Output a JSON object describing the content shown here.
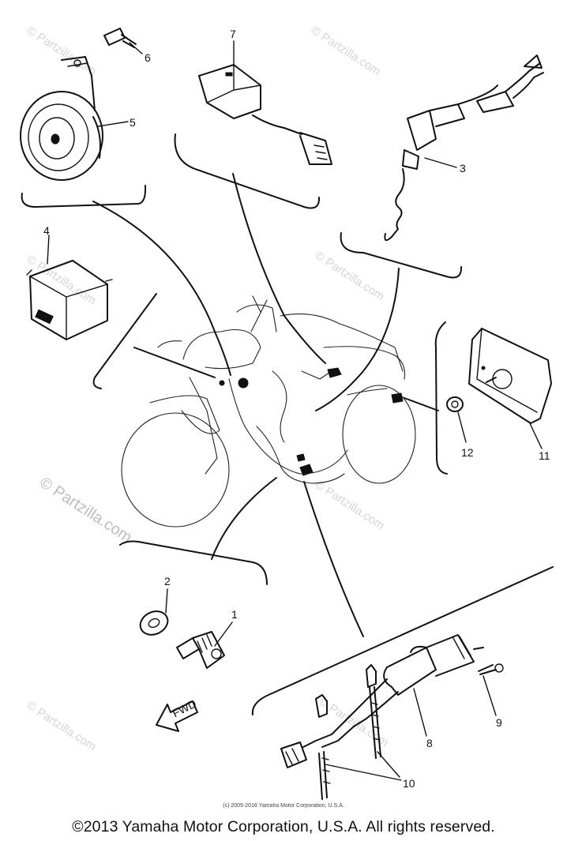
{
  "watermark": {
    "text": "© Partzilla.com"
  },
  "callouts": [
    {
      "id": "1",
      "text": "1"
    },
    {
      "id": "2",
      "text": "2"
    },
    {
      "id": "3",
      "text": "3"
    },
    {
      "id": "4",
      "text": "4"
    },
    {
      "id": "5",
      "text": "5"
    },
    {
      "id": "6",
      "text": "6"
    },
    {
      "id": "7",
      "text": "7"
    },
    {
      "id": "8",
      "text": "8"
    },
    {
      "id": "9",
      "text": "9"
    },
    {
      "id": "10",
      "text": "10"
    },
    {
      "id": "11",
      "text": "11"
    },
    {
      "id": "12",
      "text": "12"
    }
  ],
  "front_arrow_label": "FWD",
  "small_copyright": "(c) 2005-2016 Yamaha Motor Corporation, U.S.A.",
  "footer_copyright": "©2013 Yamaha Motor Corporation, U.S.A. All rights reserved."
}
